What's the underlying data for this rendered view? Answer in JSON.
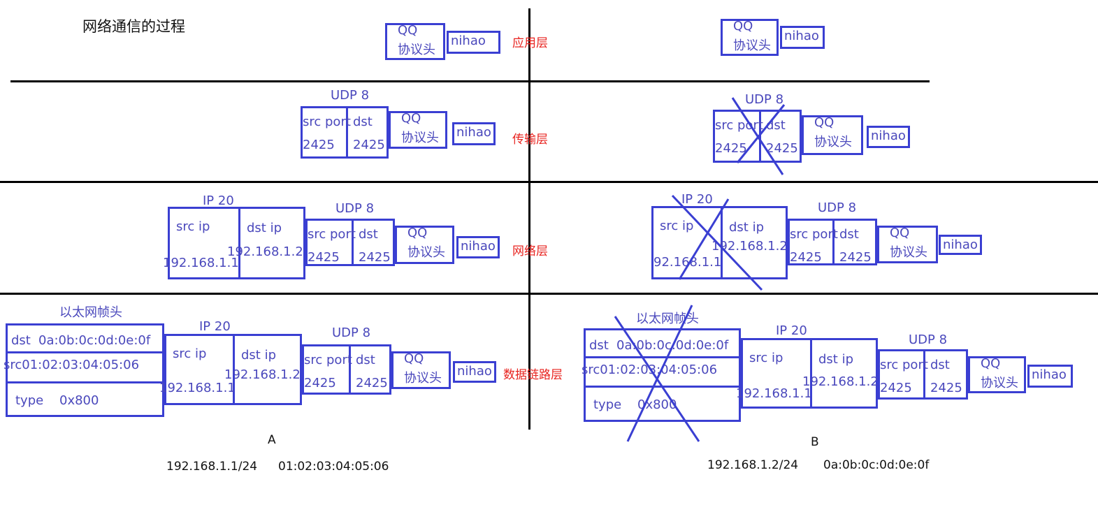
{
  "title": "网络通信的过程",
  "layers": {
    "application": "应用层",
    "transport": "传输层",
    "network": "网络层",
    "datalink": "数据链路层"
  },
  "labels": {
    "qq": "QQ",
    "protocol_header": "协议头",
    "payload": "nihao",
    "udp": "UDP  8",
    "ip": "IP 20",
    "ethernet_header": "以太网帧头",
    "src_port": "src port",
    "dst": "dst",
    "port_value": "2425",
    "src_ip": "src ip",
    "dst_ip": "dst ip",
    "ip_a": "192.168.1.1",
    "ip_b": "192.168.1.2",
    "ip_b_partial": "92.168.1.1",
    "eth_dst_label": "dst",
    "eth_dst": "0a:0b:0c:0d:0e:0f",
    "eth_src": "src01:02:03:04:05:06",
    "type_label": "type",
    "type_value": "0x800"
  },
  "hosts": {
    "a": {
      "name": "A",
      "ip": "192.168.1.1/24",
      "mac": "01:02:03:04:05:06"
    },
    "b": {
      "name": "B",
      "ip": "192.168.1.2/24",
      "mac": "0a:0b:0c:0d:0e:0f"
    }
  },
  "colors": {
    "box": "#3a3fd2",
    "text": "#4a48bc",
    "layer": "#e8231f"
  }
}
